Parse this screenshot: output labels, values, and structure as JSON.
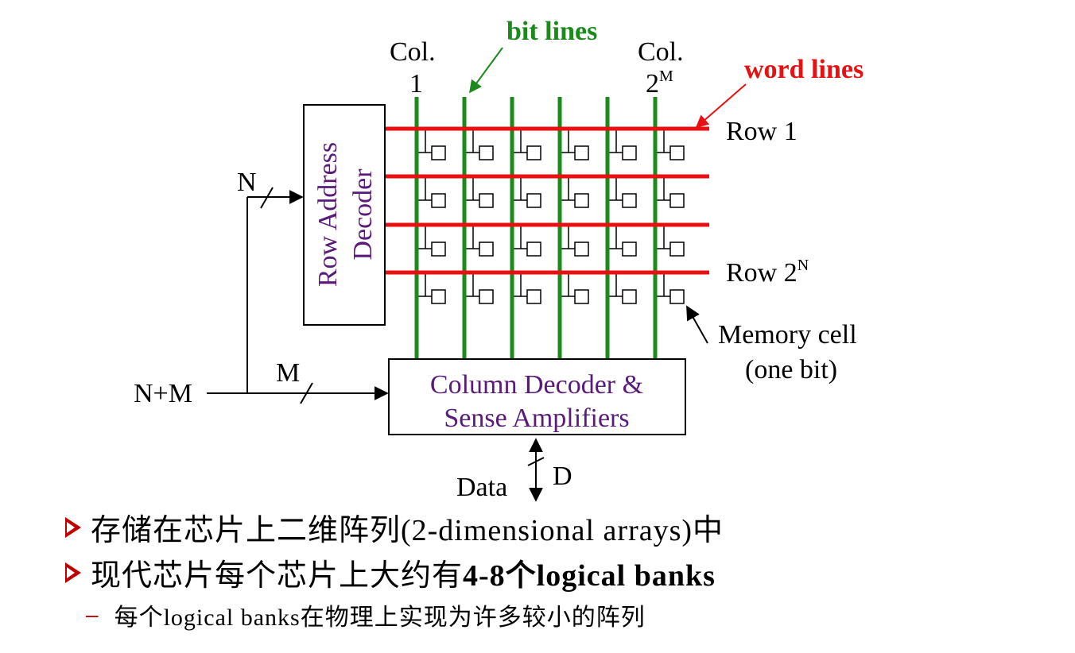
{
  "diagram": {
    "labels": {
      "col1_top": "Col.",
      "col1_bottom": "1",
      "colM_top": "Col.",
      "colM_base": "2",
      "colM_sup": "M",
      "bit_lines": "bit lines",
      "word_lines": "word lines",
      "row1": "Row 1",
      "rowN_base": "Row 2",
      "rowN_sup": "N",
      "row_decoder_line1": "Row Address",
      "row_decoder_line2": "Decoder",
      "col_decoder_line1": "Column Decoder &",
      "col_decoder_line2": "Sense Amplifiers",
      "memory_cell_line1": "Memory cell",
      "memory_cell_line2": "(one bit)",
      "n_label": "N",
      "m_label": "M",
      "nm_label": "N+M",
      "data_label": "Data",
      "d_label": "D"
    },
    "colors": {
      "bit_line": "#1a8a1a",
      "word_line": "#e81010",
      "decoder_text": "#5a1a7a",
      "bullet": "#c00000"
    }
  },
  "bullets": [
    {
      "prefix": "存储在芯片上二维阵列(2-dimensional arrays)中",
      "bold": "",
      "suffix": ""
    },
    {
      "prefix": "现代芯片每个芯片上大约有",
      "bold": "4-8个logical banks",
      "suffix": ""
    }
  ],
  "sub_bullet": "每个logical banks在物理上实现为许多较小的阵列"
}
